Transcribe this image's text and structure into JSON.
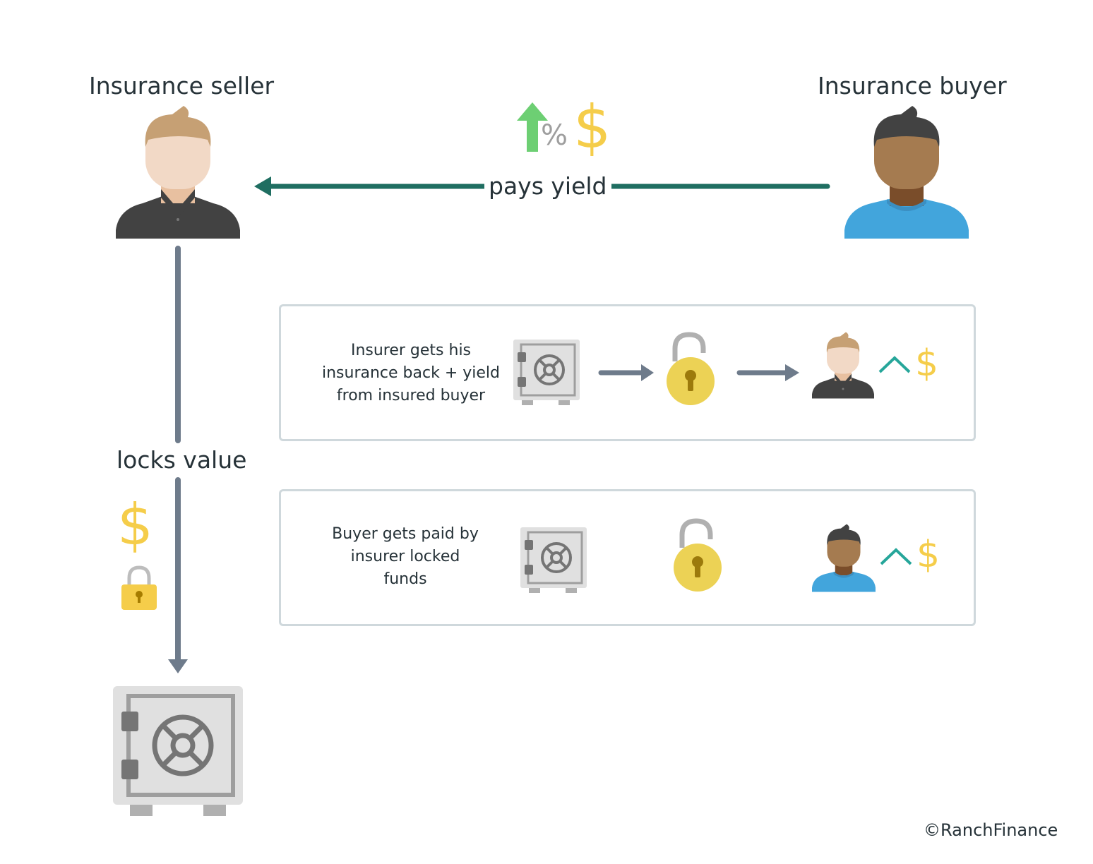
{
  "seller": {
    "title": "Insurance seller"
  },
  "buyer": {
    "title": "Insurance buyer"
  },
  "yield_flow": {
    "label": "pays yield",
    "percent_symbol": "%",
    "dollar_symbol": "$"
  },
  "lock_flow": {
    "label": "locks value",
    "dollar_symbol": "$"
  },
  "scenario_1": {
    "text_line1": "Insurer gets his",
    "text_line2": "insurance back + yield",
    "text_line3": "from insured buyer",
    "dollar_symbol": "$"
  },
  "scenario_2": {
    "text_line1": "Buyer gets paid by",
    "text_line2": "insurer locked",
    "text_line3": "funds",
    "dollar_symbol": "$"
  },
  "credit": "©RanchFinance",
  "colors": {
    "arrow_teal": "#1f6e61",
    "arrow_gray": "#6e7b8b",
    "gold": "#f5cd4a",
    "green": "#6dcf73",
    "buyer_shirt": "#42a5dc",
    "seller_shirt": "#424242"
  }
}
